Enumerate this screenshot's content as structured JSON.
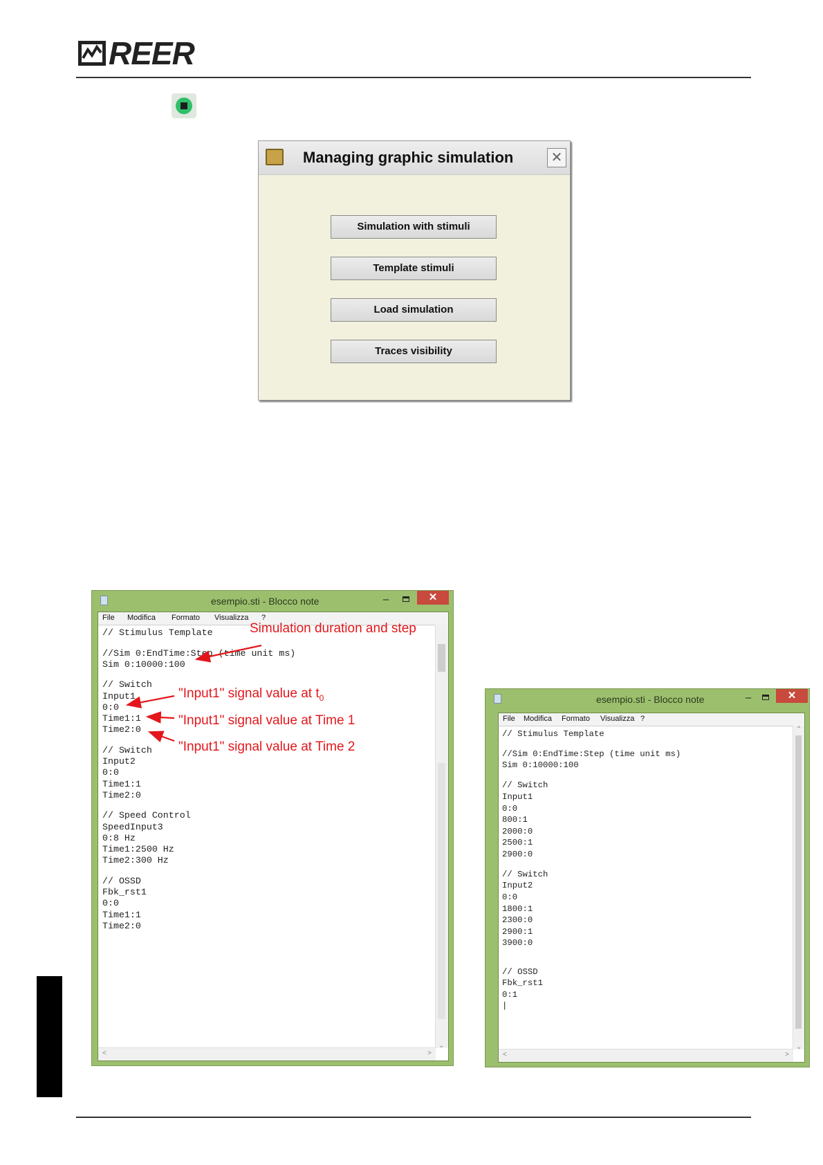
{
  "header": {
    "logo_text": "REER"
  },
  "dialog": {
    "title": "Managing graphic simulation",
    "close_glyph": "✕",
    "buttons": [
      "Simulation with stimuli",
      "Template stimuli",
      "Load simulation",
      "Traces visibility"
    ]
  },
  "notepad_left": {
    "title": "esempio.sti - Blocco note",
    "menu": [
      "File",
      "Modifica",
      "Formato",
      "Visualizza",
      "?"
    ],
    "lines": [
      "// Stimulus Template",
      "",
      "//Sim 0:EndTime:Step (time unit ms)",
      "Sim 0:10000:100",
      "",
      "// Switch",
      "Input1",
      "0:0",
      "Time1:1",
      "Time2:0",
      "",
      "// Switch",
      "Input2",
      "0:0",
      "Time1:1",
      "Time2:0",
      "",
      "// Speed Control",
      "SpeedInput3",
      "0:8 Hz",
      "Time1:2500 Hz",
      "Time2:300 Hz",
      "",
      "// OSSD",
      "Fbk_rst1",
      "0:0",
      "Time1:1",
      "Time2:0"
    ],
    "annotations": {
      "duration": "Simulation duration and step",
      "t0_prefix": "\"Input1\" signal value at t",
      "t0_sub": "0",
      "time1": "\"Input1\" signal value at Time 1",
      "time2": "\"Input1\" signal value at Time 2"
    }
  },
  "notepad_right": {
    "title": "esempio.sti - Blocco note",
    "menu": [
      "File",
      "Modifica",
      "Formato",
      "Visualizza",
      "?"
    ],
    "lines": [
      "// Stimulus Template",
      "",
      "//Sim 0:EndTime:Step (time unit ms)",
      "Sim 0:10000:100",
      "",
      "// Switch",
      "Input1",
      "0:0",
      "800:1",
      "2000:0",
      "2500:1",
      "2900:0",
      "",
      "// Switch",
      "Input2",
      "0:0",
      "1800:1",
      "2300:0",
      "2900:1",
      "3900:0",
      "",
      "",
      "// OSSD",
      "Fbk_rst1",
      "0:1",
      "|"
    ]
  }
}
